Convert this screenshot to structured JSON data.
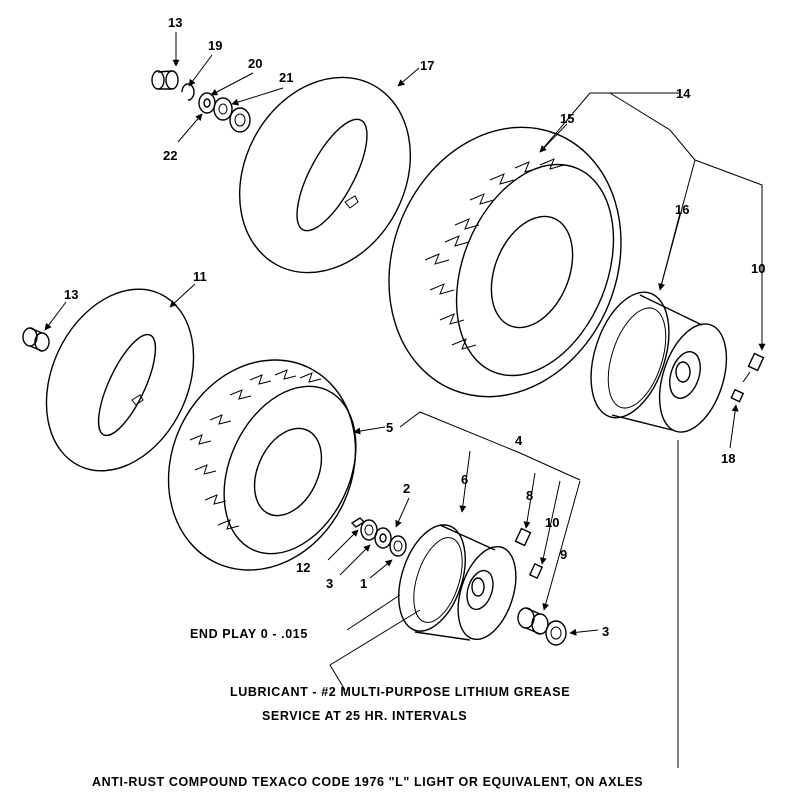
{
  "labels": {
    "n13a": "13",
    "n19": "19",
    "n20": "20",
    "n21": "21",
    "n22": "22",
    "n17": "17",
    "n15": "15",
    "n14": "14",
    "n16": "16",
    "n10a": "10",
    "n18": "18",
    "n13b": "13",
    "n11": "11",
    "n5": "5",
    "n4": "4",
    "n6": "6",
    "n2": "2",
    "n8": "8",
    "n12": "12",
    "n3a": "3",
    "n1": "1",
    "n10b": "10",
    "n9": "9",
    "n3b": "3"
  },
  "notes": {
    "end_play": "END PLAY 0 - .015",
    "lubricant": "LUBRICANT - #2 MULTI-PURPOSE LITHIUM GREASE",
    "service": "SERVICE AT 25 HR. INTERVALS",
    "anti_rust": "ANTI-RUST COMPOUND  TEXACO CODE 1976 \"L\" LIGHT OR EQUIVALENT, ON AXLES"
  }
}
